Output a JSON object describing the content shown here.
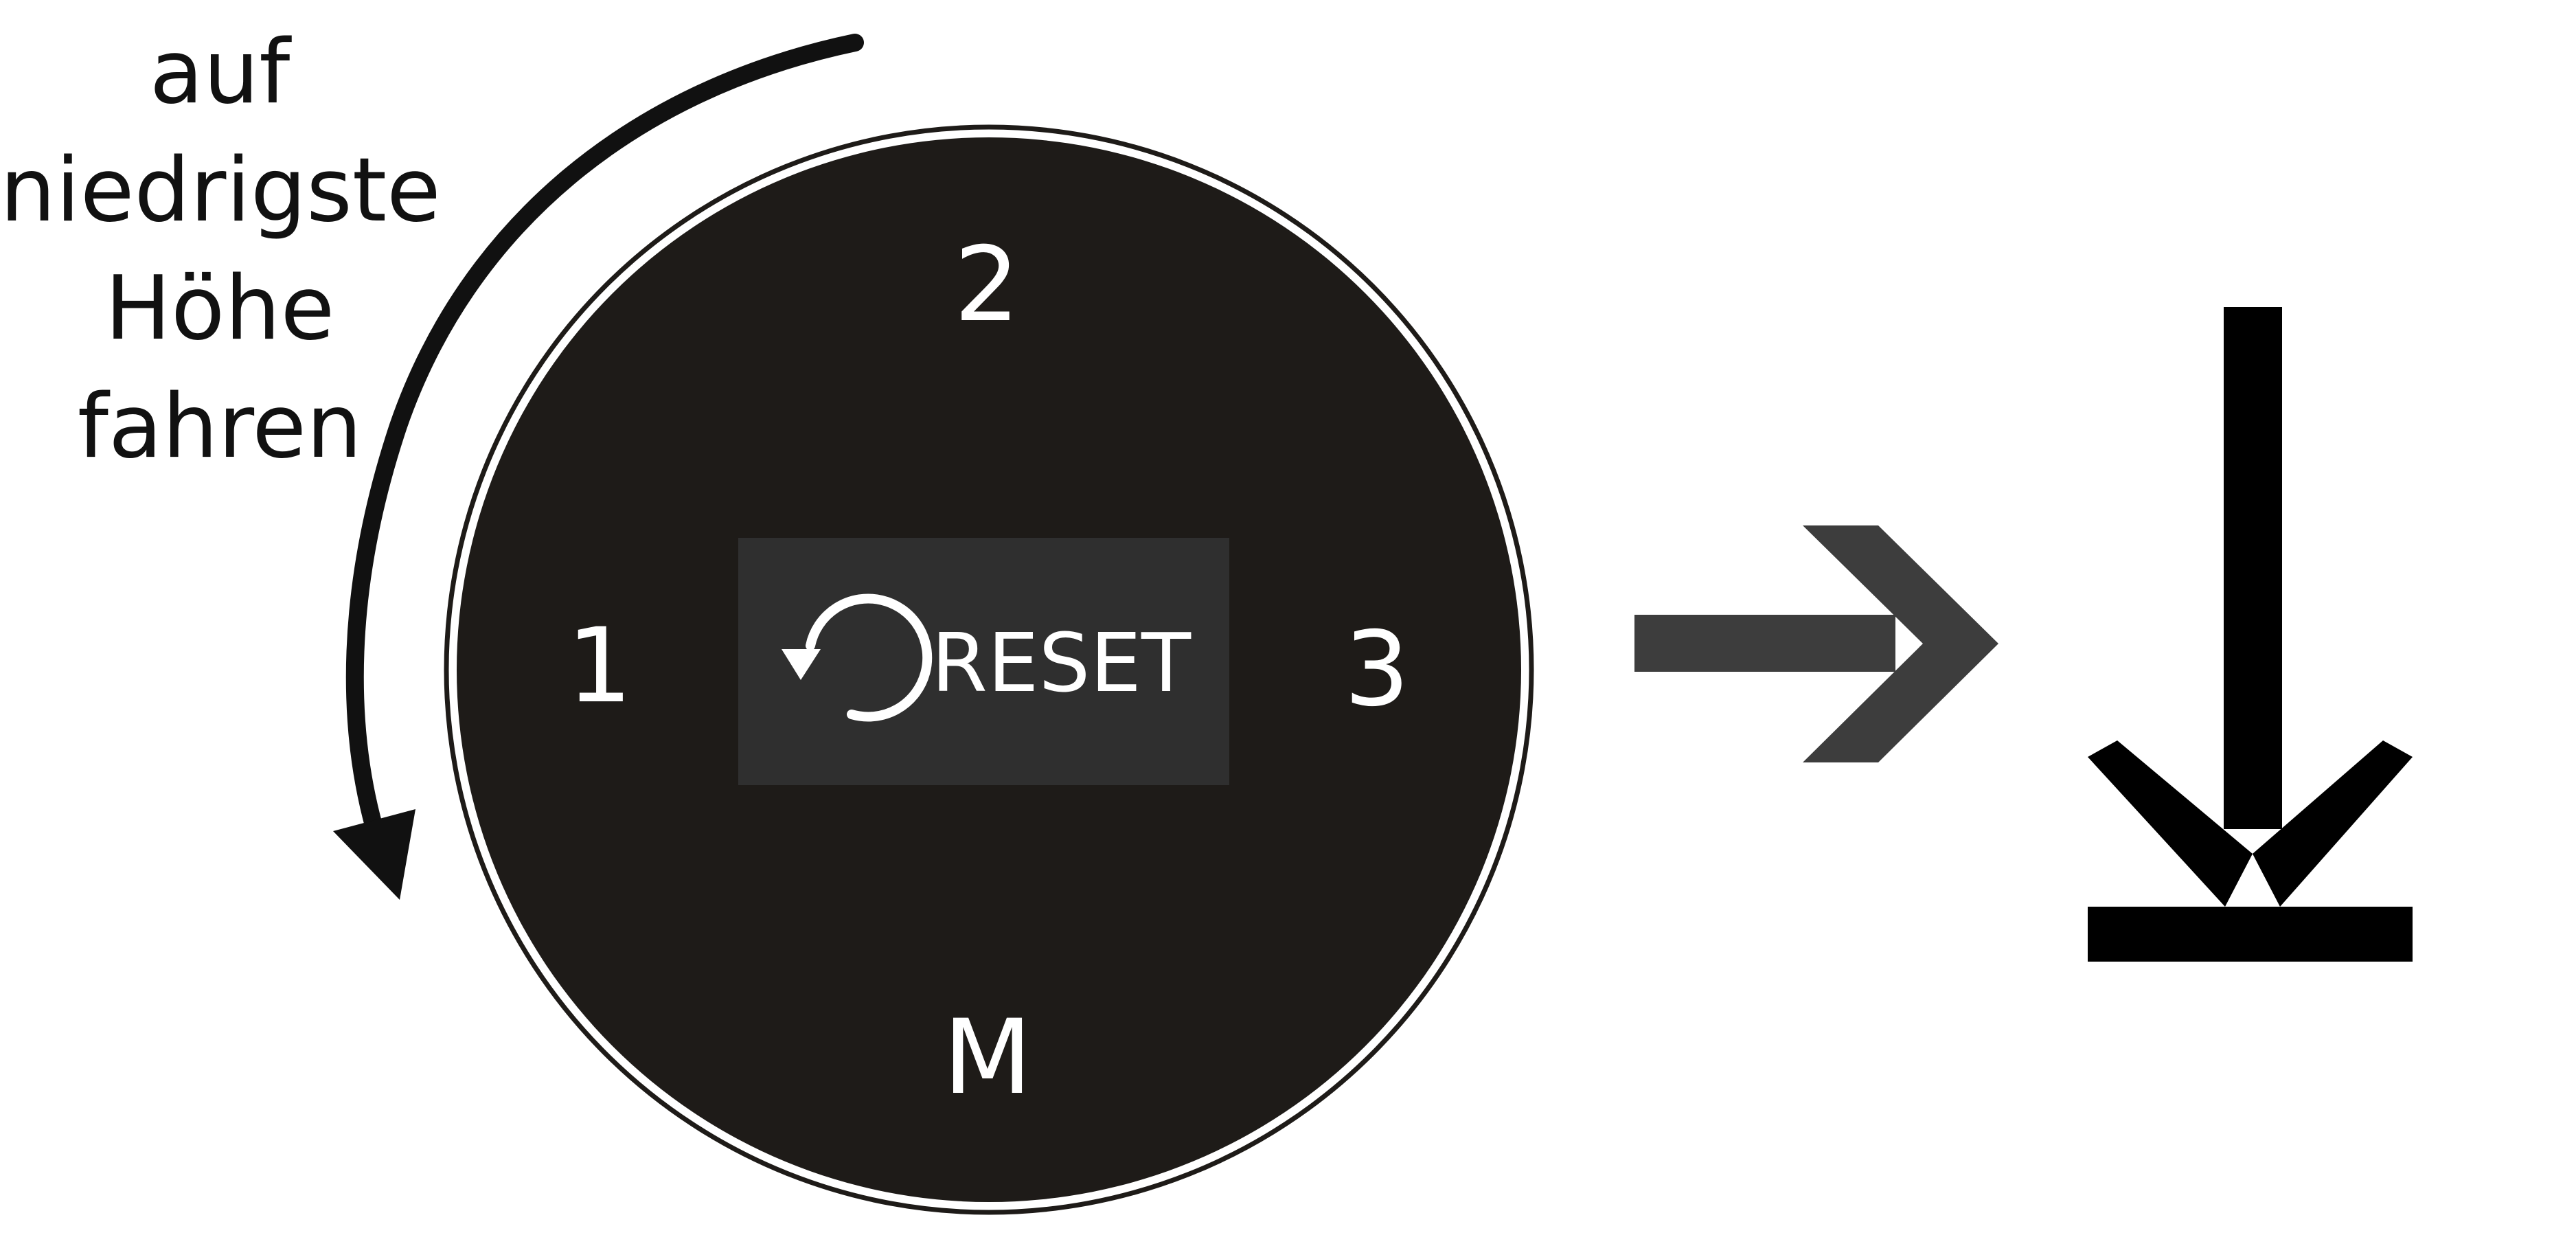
{
  "instruction": {
    "lines": [
      "auf",
      "niedrigste",
      "Höhe",
      "fahren"
    ]
  },
  "control_pad": {
    "buttons": {
      "top": "2",
      "left": "1",
      "right": "3",
      "bottom": "M",
      "center": "RESET"
    },
    "colors": {
      "pad": "#1e1b18",
      "reset_panel": "#2f2f2f",
      "label": "#ffffff",
      "rim": "#1e1b18"
    }
  },
  "icons": {
    "rotation_arrow": "counterclockwise-arrow-icon",
    "reset_symbol": "rotate-ccw-icon",
    "next_arrow": "chevron-arrow-right-icon",
    "result_symbol": "arrow-down-to-bottom-icon"
  },
  "colors": {
    "text": "#111111",
    "rotation_arrow": "#111111",
    "next_arrow": "#3d3d3d",
    "result_symbol": "#000000",
    "background": "#ffffff"
  }
}
